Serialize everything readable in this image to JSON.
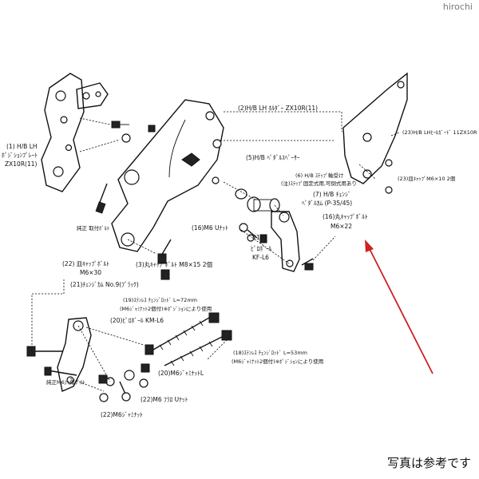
{
  "watermark": "hirochi",
  "note": "写真は参考です",
  "labels": {
    "p1a": "(1) H/B LH",
    "p1b": "ﾎﾟｼﾞｼｮﾝﾌﾟﾚｰﾄ",
    "p1c": "ZX10R(11)",
    "p2": "(2)H/B LH ﾎﾙﾀﾞｰ ZX10R(11)",
    "p23a": "(23)H/B LHﾋｰﾙｶﾞｰﾄﾞ 11ZX10R",
    "p23b": "(23)皿ｷｬｯﾌﾟM6×10 2個",
    "p5": "(5)H/B ﾍﾟﾀﾞﾙｽﾍﾟｰｻｰ",
    "p6a": "(6) H/B ｽﾃｯﾌﾟ軸受け",
    "p6b": "(注)ｽﾃｯﾌﾟ固定式用,可倒式用あり",
    "p7a": "(7) H/B ﾁｪﾝｼﾞ",
    "p7b": "ﾍﾟﾀﾞﾙｶﾑ (P-35/45)",
    "p16a": "(16)丸ｷｬｯﾌﾟﾎﾞﾙﾄ",
    "p16b": "M6×22",
    "p16nut": "(16)M6 Uﾅｯﾄ",
    "p17a": "(17)",
    "p17b": "ﾋﾟﾛﾎﾞｰﾙ",
    "p17c": "KF-L6",
    "genuine": "純正 取付ﾎﾞﾙﾄ",
    "p3": "(3)丸ｷｬｯﾌﾟﾎﾞﾙﾄ M8×15 2個",
    "p22a": "(22) 皿ｷｬｯﾌﾟﾎﾞﾙﾄ",
    "p22b": "M6×30",
    "p21": "(21)ﾁｪﾝｼﾞｶﾑ No.9(ﾌﾞﾗｯｸ)",
    "p19a": "(19)ｽﾃﾝﾚｽ ﾁｪﾝｼﾞﾛｯﾄﾞ L=72mm",
    "p19b": "(M6ｼﾞｬﾐﾅｯﾄ2個付)※ﾎﾟｼﾞｼｮﾝにより使用",
    "p20": "(20)ﾋﾟﾛﾎﾞｰﾙ KM-L6",
    "p18a": "(18)ｽﾃﾝﾚｽ ﾁｪﾝｼﾞﾛｯﾄﾞ L=53mm",
    "p18b": "(M6ｼﾞｬﾐﾅｯﾄ2個付)※ﾎﾟｼﾞｼｮﾝにより使用",
    "p20nut": "(20)M6ｼﾞｬﾐﾅｯﾄL",
    "hex": "純正M6六角ﾎﾞﾙﾄ",
    "p22nut": "(22)M6 ﾌﾗﾛ Uﾅｯﾄ",
    "p22jam": "(22)M6ｼﾞｬﾐﾅｯﾄ"
  },
  "colors": {
    "arrow": "#cc2222",
    "ink": "#111111"
  }
}
